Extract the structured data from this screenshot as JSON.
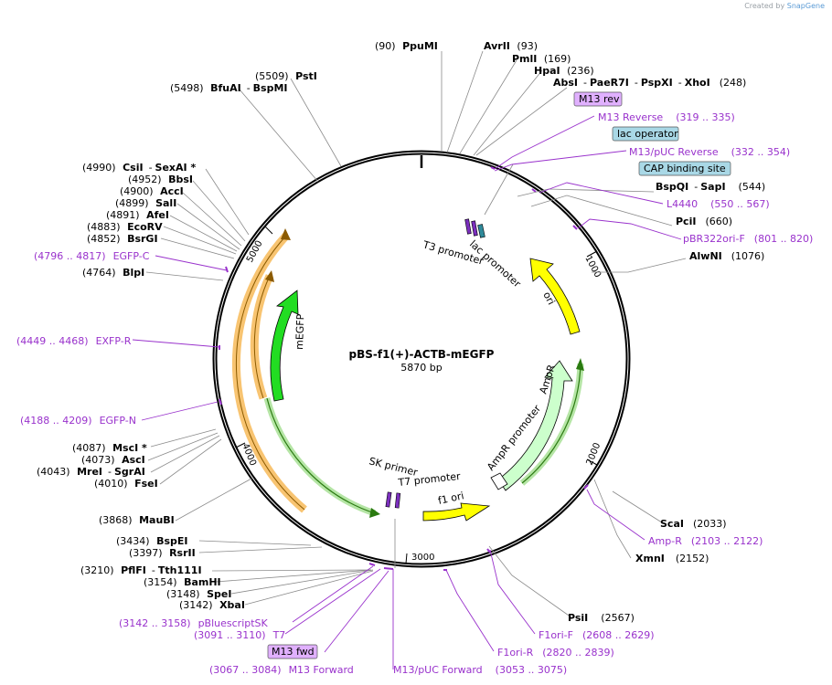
{
  "credit": {
    "prefix": "Created by",
    "brand": "SnapGene"
  },
  "plasmid": {
    "name": "pBS-f1(+)-ACTB-mEGFP",
    "length": "5870 bp"
  },
  "colors": {
    "primer": "#9932cc",
    "orange": "#f0a030",
    "yellow": "#ffff00",
    "green": "#22dd22",
    "ampr": "#ccffcc"
  },
  "ticks": [
    "1000",
    "2000",
    "3000",
    "4000",
    "5000"
  ],
  "features": {
    "ori": "ori",
    "ampr": "AmpR",
    "ampr_promoter": "AmpR promoter",
    "f1_ori": "f1 ori",
    "megfp": "mEGFP",
    "lac_promoter": "lac promoter",
    "t3_promoter": "T3 promoter",
    "t7_promoter": "T7 promoter",
    "sk_primer": "SK primer"
  },
  "boxes": {
    "m13_rev": "M13 rev",
    "lac_operator": "lac operator",
    "cap_site": "CAP binding site",
    "m13_fwd": "M13 fwd"
  },
  "labels": {
    "ppumi_pos": "(90)",
    "ppumi": "PpuMI",
    "avrii": "AvrII",
    "avrii_pos": "(93)",
    "pmli": "PmlI",
    "pmli_pos": "(169)",
    "hpai": "HpaI",
    "hpai_pos": "(236)",
    "absi": "AbsI",
    "paer7i": "PaeR7I",
    "pspxi": "PspXI",
    "xhoi": "XhoI",
    "xhoi_pos": "(248)",
    "m13_reverse": "M13 Reverse",
    "m13_reverse_pos": "(319 .. 335)",
    "m13puc_reverse": "M13/pUC Reverse",
    "m13puc_reverse_pos": "(332 .. 354)",
    "bspqi": "BspQI",
    "sapi": "SapI",
    "sapi_pos": "(544)",
    "l4440": "L4440",
    "l4440_pos": "(550 .. 567)",
    "pcii": "PciI",
    "pcii_pos": "(660)",
    "pbr322": "pBR322ori-F",
    "pbr322_pos": "(801 .. 820)",
    "alwni": "AlwNI",
    "alwni_pos": "(1076)",
    "scai": "ScaI",
    "scai_pos": "(2033)",
    "ampr_primer": "Amp-R",
    "ampr_primer_pos": "(2103 .. 2122)",
    "xmni": "XmnI",
    "xmni_pos": "(2152)",
    "psii": "PsiI",
    "psii_pos": "(2567)",
    "f1ori_f": "F1ori-F",
    "f1ori_f_pos": "(2608 .. 2629)",
    "f1ori_r": "F1ori-R",
    "f1ori_r_pos": "(2820 .. 2839)",
    "m13puc_forward": "M13/pUC Forward",
    "m13puc_forward_pos": "(3053 .. 3075)",
    "m13_forward_pos": "(3067 .. 3084)",
    "m13_forward": "M13 Forward",
    "t7_pos": "(3091 .. 3110)",
    "t7": "T7",
    "pbluescriptsk_pos": "(3142 .. 3158)",
    "pbluescriptsk": "pBluescriptSK",
    "xbai_pos": "(3142)",
    "xbai": "XbaI",
    "spei_pos": "(3148)",
    "spei": "SpeI",
    "bamhi_pos": "(3154)",
    "bamhi": "BamHI",
    "pflfi_pos": "(3210)",
    "pflfi": "PflFI",
    "tth111i": "Tth111I",
    "rsrii_pos": "(3397)",
    "rsrii": "RsrII",
    "bspei_pos": "(3434)",
    "bspei": "BspEI",
    "maubi_pos": "(3868)",
    "maubi": "MauBI",
    "fsei_pos": "(4010)",
    "fsei": "FseI",
    "mrei_pos": "(4043)",
    "mrei": "MreI",
    "sgrai": "SgrAI",
    "asci_pos": "(4073)",
    "asci": "AscI",
    "msci_pos": "(4087)",
    "msci": "MscI *",
    "egfpn_pos": "(4188 .. 4209)",
    "egfpn": "EGFP-N",
    "exfpr_pos": "(4449 .. 4468)",
    "exfpr": "EXFP-R",
    "blpi_pos": "(4764)",
    "blpi": "BlpI",
    "egfpc_pos": "(4796 .. 4817)",
    "egfpc": "EGFP-C",
    "bsrgi_pos": "(4852)",
    "bsrgi": "BsrGI",
    "ecorv_pos": "(4883)",
    "ecorv": "EcoRV",
    "afei_pos": "(4891)",
    "afei": "AfeI",
    "sali_pos": "(4899)",
    "sali": "SalI",
    "acci_pos": "(4900)",
    "acci": "AccI",
    "bbsi_pos": "(4952)",
    "bbsi": "BbsI",
    "csii_pos": "(4990)",
    "csii": "CsiI",
    "sexai": "SexAI *",
    "bfuai_pos": "(5498)",
    "bfuai": "BfuAI",
    "bspmi": "BspMI",
    "psti_pos": "(5509)",
    "psti": "PstI"
  }
}
